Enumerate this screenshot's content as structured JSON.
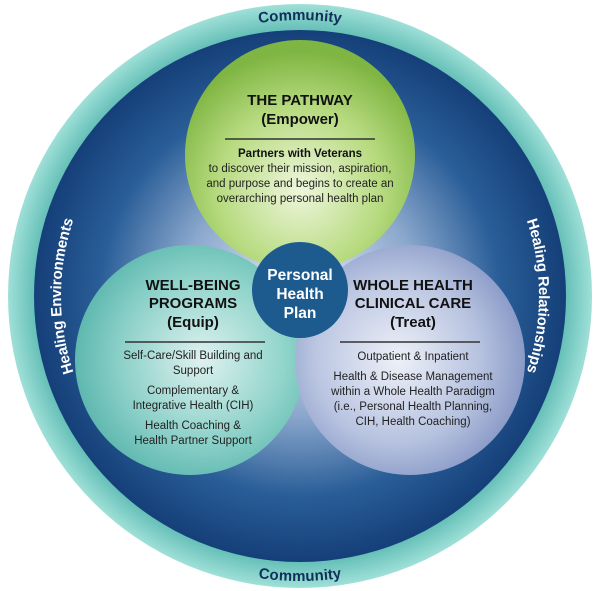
{
  "ring": {
    "top": "Community",
    "bottom": "Community",
    "left": "Healing Environments",
    "right": "Healing Relationships"
  },
  "pathway": {
    "title": "THE PATHWAY",
    "subtitle": "(Empower)",
    "lead": "Partners with Veterans",
    "lines": [
      "to discover their mission, aspiration,",
      "and purpose and begins to create an",
      "overarching personal health plan"
    ]
  },
  "wellbeing": {
    "title": [
      "WELL-BEING",
      "PROGRAMS",
      "(Equip)"
    ],
    "lines": [
      "Self-Care/Skill Building and",
      "Support",
      "Complementary &",
      "Integrative Health (CIH)",
      "Health Coaching &",
      "Health Partner Support"
    ]
  },
  "clinical": {
    "title": [
      "WHOLE HEALTH",
      "CLINICAL CARE",
      "(Treat)"
    ],
    "lines": [
      "Outpatient & Inpatient",
      "Health & Disease Management",
      "within a Whole Health Paradigm",
      "(i.e., Personal Health Planning,",
      "CIH, Health Coaching)"
    ]
  },
  "center": {
    "lines": [
      "Personal",
      "Health",
      "Plan"
    ]
  },
  "colors": {
    "outer_ring": "#7fd0c8",
    "inner_dark": "#1a4f8c",
    "pathway": "#9ccc5a",
    "wellbeing": "#6fc7bb",
    "clinical": "#a8b4d8",
    "center": "#1d5a8e"
  }
}
